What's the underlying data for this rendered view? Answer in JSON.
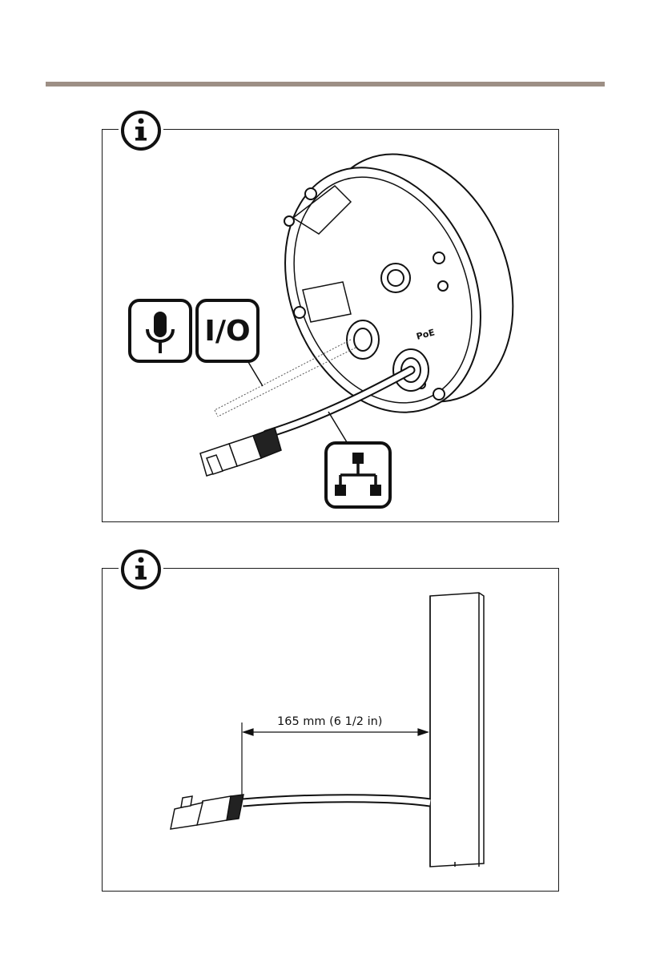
{
  "page": {
    "header_rule_color": "#9d8f85"
  },
  "figure_top": {
    "icons": [
      "info-icon",
      "microphone-icon",
      "io-icon",
      "network-icon"
    ],
    "io_label": "I/O",
    "poe_label": "PoE"
  },
  "figure_bottom": {
    "icons": [
      "info-icon"
    ],
    "dimension_label": "165 mm (6 1/2 in)"
  }
}
